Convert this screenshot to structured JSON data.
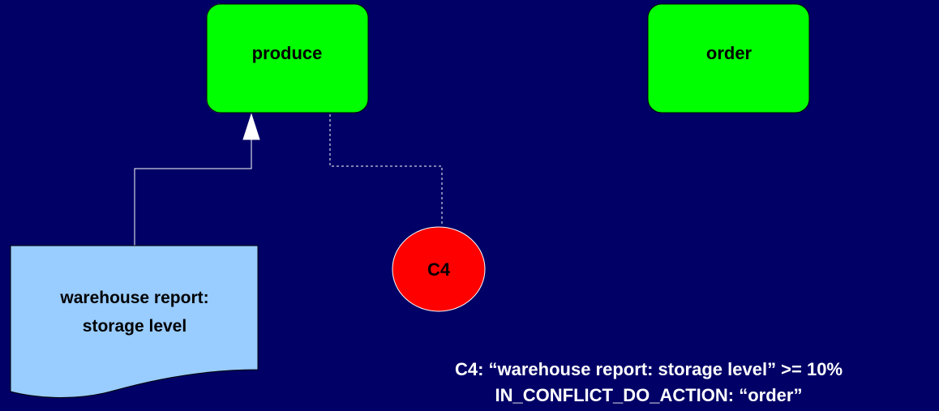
{
  "diagram": {
    "nodes": {
      "produce": {
        "label": "produce"
      },
      "order": {
        "label": "order"
      },
      "warehouse_report": {
        "line1": "warehouse report:",
        "line2": "storage level"
      },
      "constraint": {
        "label": "C4"
      }
    },
    "note": {
      "line1": "C4: “warehouse report: storage level” >= 10%",
      "line2": "IN_CONFLICT_DO_ACTION: “order”"
    },
    "colors": {
      "background": "#000066",
      "activity_fill": "#00ff00",
      "document_fill": "#99ccff",
      "constraint_fill": "#ff0000",
      "connector": "#ffffff",
      "text": "#000000",
      "note_text": "#ffffff"
    }
  }
}
